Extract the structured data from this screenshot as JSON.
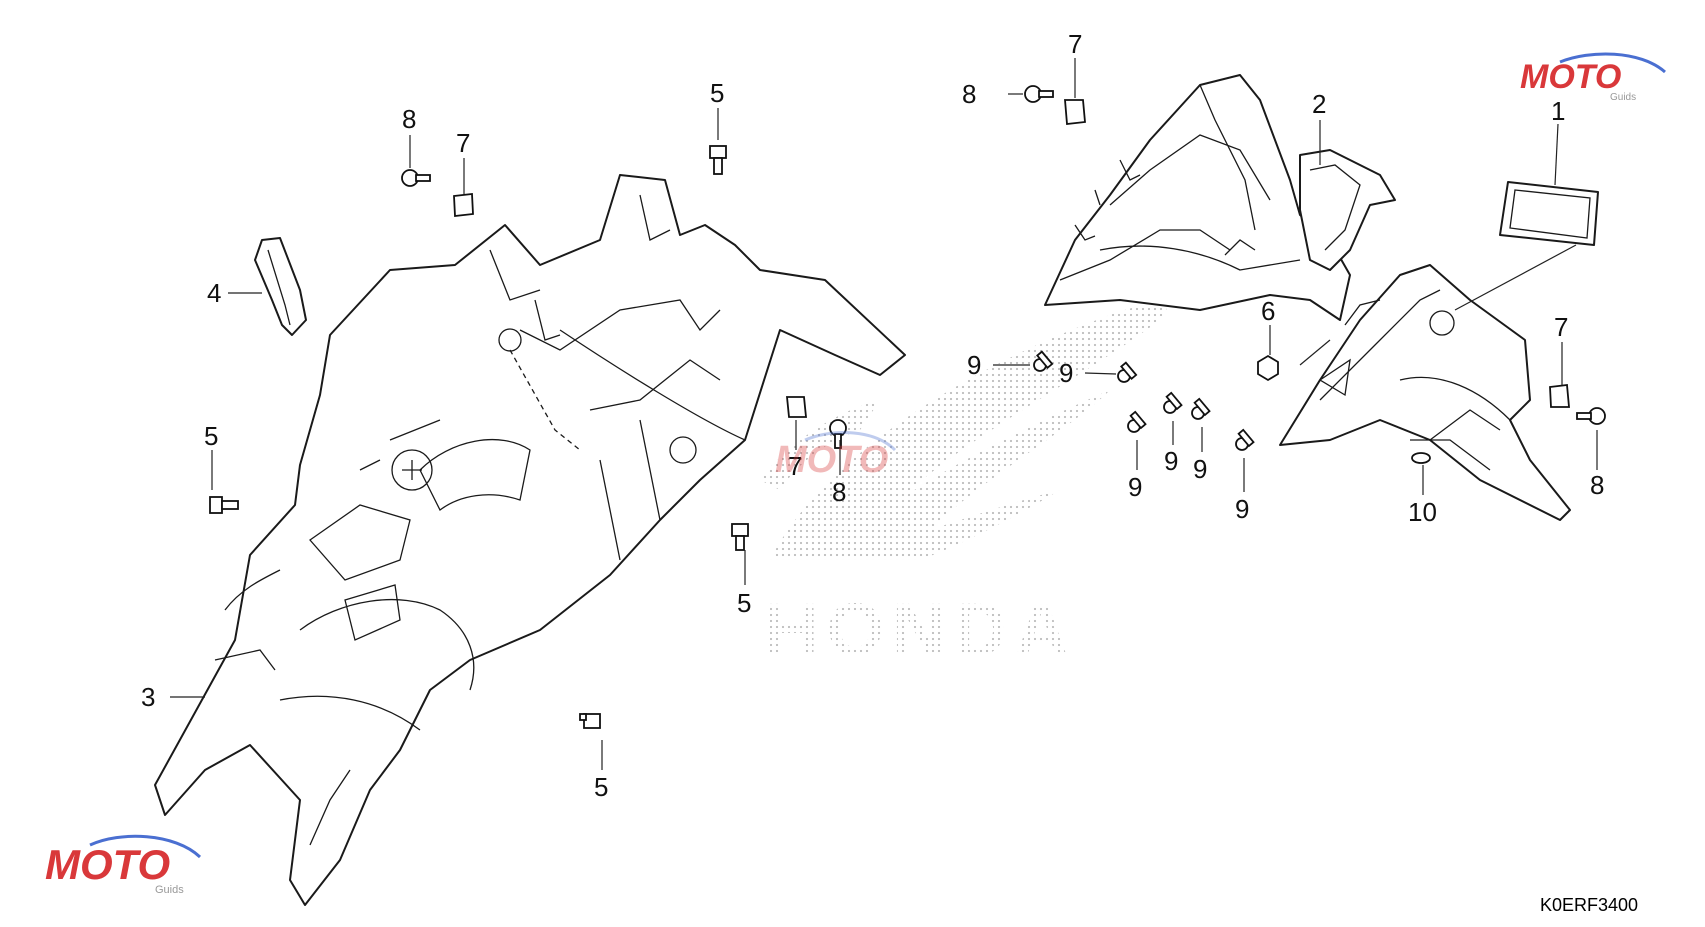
{
  "diagram": {
    "code": "K0ERF3400",
    "watermark_brand": "HONDA",
    "logo_text": "MOTO",
    "logo_sub": "Guids",
    "callouts": [
      "1",
      "2",
      "3",
      "4",
      "5",
      "6",
      "7",
      "8",
      "9",
      "10"
    ],
    "colors": {
      "line": "#1a1a1a",
      "watermark": "#c8c8c8",
      "logo_red": "#d9383a",
      "logo_blue": "#4a6fd1"
    }
  }
}
